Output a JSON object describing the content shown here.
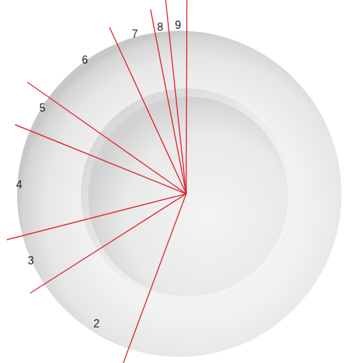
{
  "diagram": {
    "labels": [
      "7",
      "8",
      "9",
      "6",
      "5",
      "4",
      "3",
      "2"
    ]
  }
}
